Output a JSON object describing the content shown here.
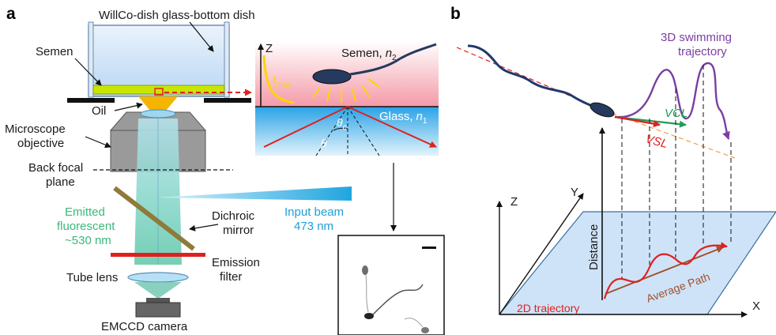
{
  "panel_a": {
    "letter": "a",
    "labels": {
      "dish": "WillCo-dish glass-bottom dish",
      "semen": "Semen",
      "oil": "Oil",
      "objective_line1": "Microscope",
      "objective_line2": "objective",
      "bfp_line1": "Back focal",
      "bfp_line2": "plane",
      "emitted_line1": "Emitted",
      "emitted_line2": "fluorescent",
      "emitted_line3": "~530 nm",
      "dichroic_line1": "Dichroic",
      "dichroic_line2": "mirror",
      "input_line1": "Input beam",
      "input_line2": "473 nm",
      "emission_line1": "Emission",
      "emission_line2": "filter",
      "tube_lens": "Tube lens",
      "camera": "EMCCD camera"
    },
    "inset": {
      "z": "Z",
      "semen": "Semen,",
      "n2_base": "n",
      "n2_sub": "2",
      "glass": "Glass,",
      "n1_base": "n",
      "n1_sub": "1",
      "imax_base": "I",
      "imax_sub": "max",
      "theta_c_base": "θ",
      "theta_c_sub": "c",
      "theta": "θ"
    }
  },
  "panel_b": {
    "letter": "b",
    "labels": {
      "trajectory_3d_line1": "3D swimming",
      "trajectory_3d_line2": "trajectory",
      "vcl": "VCL",
      "vsl": "VSL",
      "axis_y": "Y",
      "axis_z": "Z",
      "axis_x": "X",
      "distance": "Distance",
      "average_path": "Average Path",
      "trajectory_2d": "2D trajectory"
    }
  },
  "colors": {
    "dish_fill": "#cfe3f8",
    "semen_layer": "#c8e600",
    "oil": "#f5b400",
    "emitted_green": "#3cb878",
    "beam_blue": "#2ab0e0",
    "laser_red": "#e02020",
    "trajectory_purple": "#7a3ea3",
    "sperm_navy": "#1f3a6b",
    "plane_fill": "#cfe3f8",
    "average_path_brown": "#a0522d",
    "vcl_green": "#1e9e55",
    "vsl_orange": "#f0a040"
  }
}
